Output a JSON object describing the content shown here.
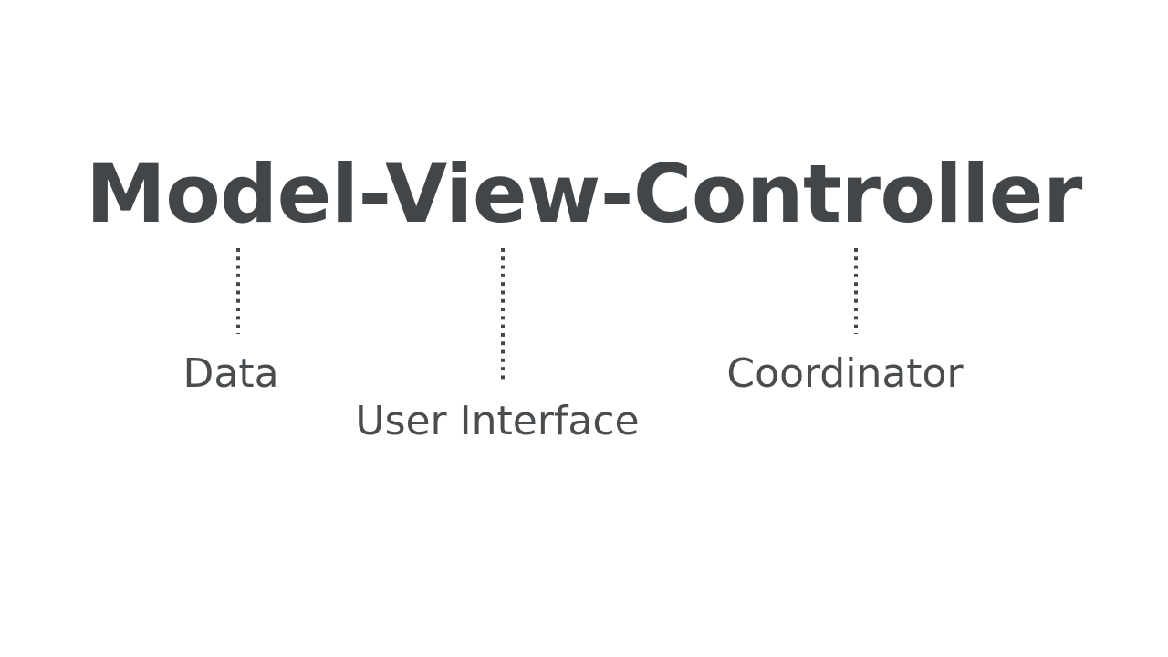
{
  "slide": {
    "background_color": "#ffffff",
    "title": "Model-View-Controller",
    "title_color": "#434649",
    "label_color": "#4a4d50",
    "connector_color": "#434649",
    "connector_style": "dotted",
    "branches": [
      {
        "term": "Model",
        "label": "Data",
        "connector_name": "dotted-connector-model"
      },
      {
        "term": "View",
        "label": "User Interface",
        "connector_name": "dotted-connector-view"
      },
      {
        "term": "Controller",
        "label": "Coordinator",
        "connector_name": "dotted-connector-controller"
      }
    ]
  }
}
